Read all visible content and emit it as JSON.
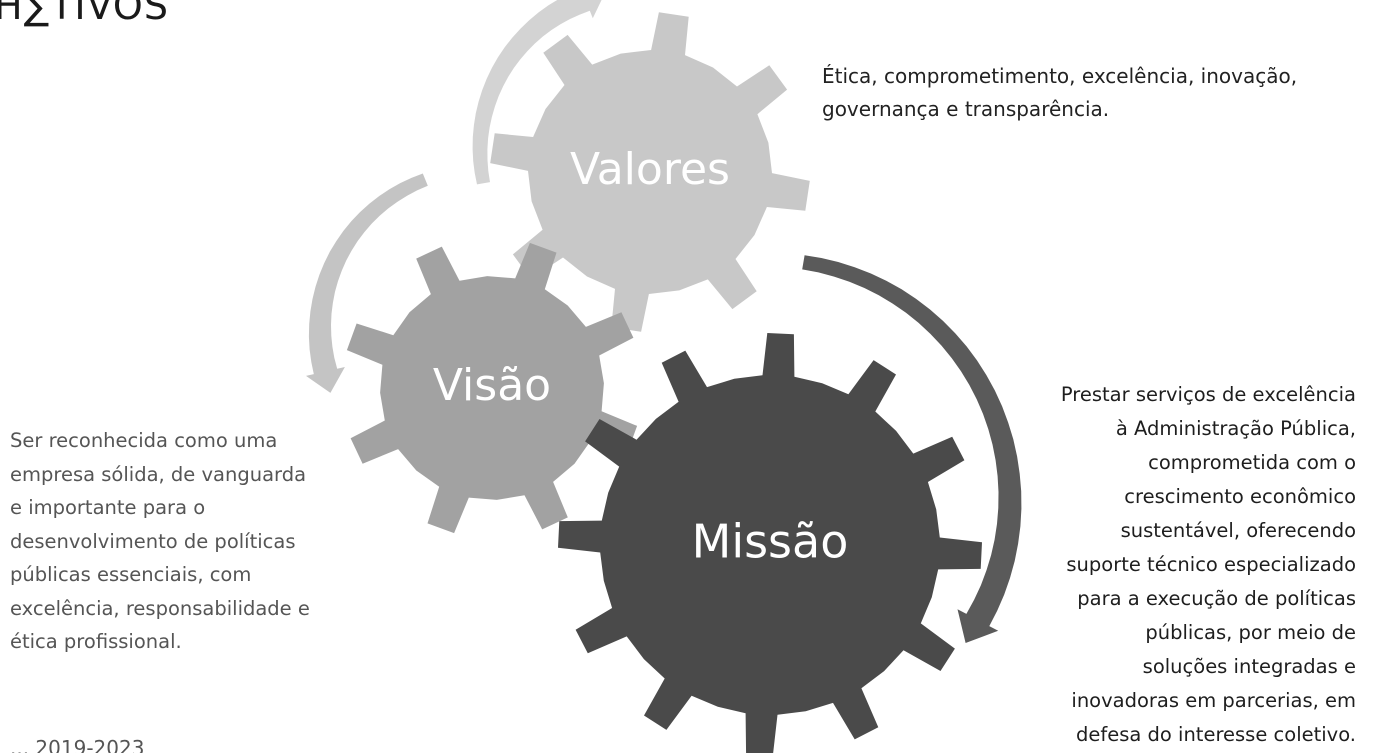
{
  "heading_fragment": "H∑TIVOS",
  "colors": {
    "valores_gear": "#c8c8c8",
    "visao_gear": "#a2a2a2",
    "missao_gear": "#4a4a4a",
    "arrow_light": "#d3d3d3",
    "arrow_mid": "#c4c4c4",
    "arrow_dark": "#5a5a5a"
  },
  "gears": {
    "valores": {
      "label": "Valores",
      "description": "Ética, comprometimento, excelência, inovação,\ngovernança e transparência."
    },
    "visao": {
      "label": "Visão",
      "description": "Ser reconhecida como uma\nempresa sólida, de vanguarda\ne importante para o\ndesenvolvimento de políticas\npúblicas essenciais, com\nexcelência, responsabilidade e\nética profissional."
    },
    "missao": {
      "label": "Missão",
      "description": "Prestar serviços de excelência\nà Administração Pública,\ncomprometida com o\ncrescimento econômico\nsustentável, oferecendo\nsuporte técnico especializado\npara a execução de políticas\npúblicas, por meio de\nsoluções integradas e\ninovadoras em parcerias, em\ndefesa do interesse coletivo."
    }
  },
  "footer_fragment": "... 2019-2023"
}
